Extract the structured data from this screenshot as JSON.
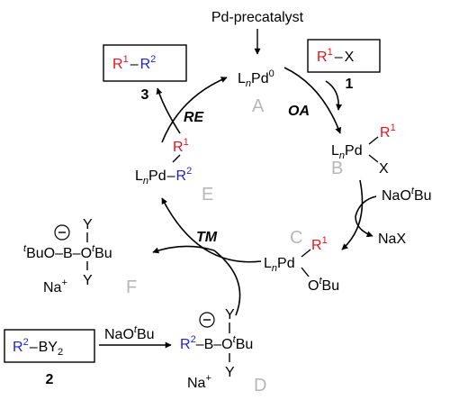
{
  "precatalyst": "Pd-precatalyst",
  "steps": {
    "oa": "OA",
    "re": "RE",
    "tm": "TM"
  },
  "labels": {
    "A": "A",
    "B": "B",
    "C": "C",
    "D": "D",
    "E": "E",
    "F": "F"
  },
  "compound_numbers": {
    "c1": "1",
    "c2": "2",
    "c3": "3"
  },
  "atoms": {
    "L": "L",
    "n": "n",
    "Pd": "Pd",
    "zero": "0",
    "R": "R",
    "one": "1",
    "two": "2",
    "X": "X",
    "B": "B",
    "Y": "Y",
    "BY": "BY",
    "O": "O",
    "t": "t",
    "Bu": "Bu",
    "Na": "Na",
    "NaO": "NaO",
    "NaX": "NaX",
    "plus": "+"
  },
  "colors": {
    "r1": "#e8121c",
    "r2": "#1f1fd6",
    "label": "#b7b7b7"
  }
}
